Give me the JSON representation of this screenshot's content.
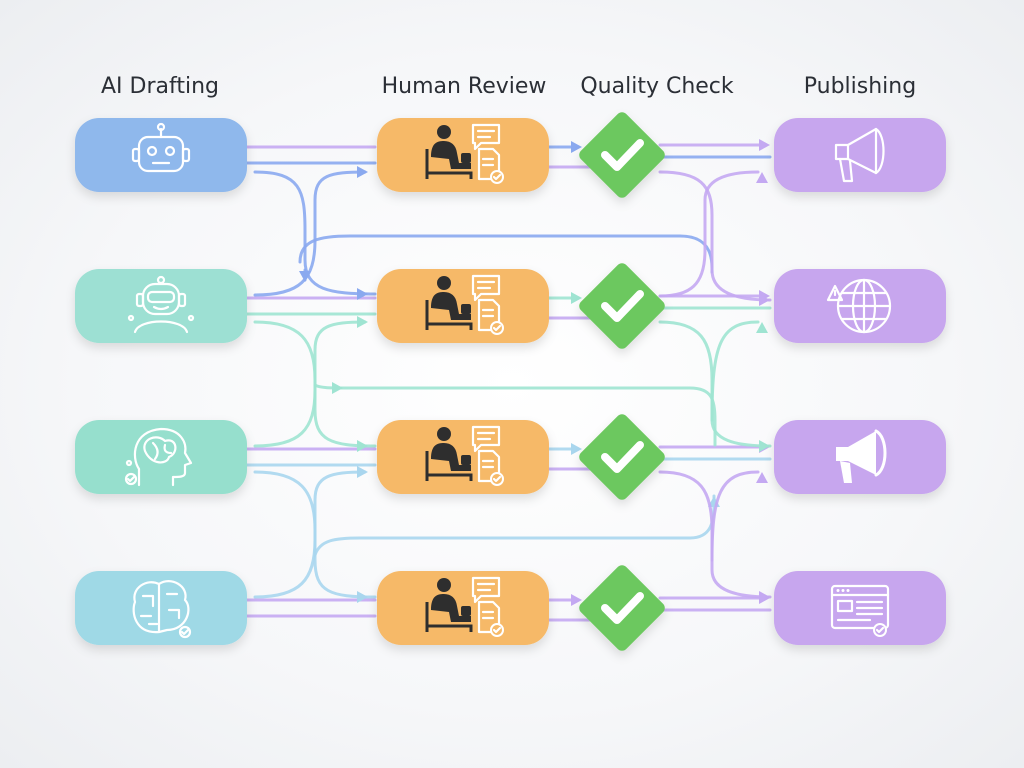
{
  "columns": {
    "drafting": "AI Drafting",
    "review": "Human Review",
    "quality": "Quality Check",
    "publishing": "Publishing"
  },
  "colors": {
    "drafting_row1": "#8fb8ec",
    "drafting_row2": "#9de0d3",
    "drafting_row3": "#96dfcd",
    "drafting_row4": "#9fd9e6",
    "review": "#f6b968",
    "quality": "#6cc85f",
    "publishing": "#c7a6ee",
    "flow_blue": "#8aa9ef",
    "flow_teal": "#9fe4d2",
    "flow_sky": "#a9d6ee",
    "flow_purple": "#c4a9f2"
  },
  "nodes": {
    "drafting": [
      {
        "icon": "robot-head-icon"
      },
      {
        "icon": "robot-face-icon"
      },
      {
        "icon": "brain-head-icon"
      },
      {
        "icon": "circuit-brain-icon"
      }
    ],
    "review": [
      {
        "icon": "reviewer-document-icon"
      },
      {
        "icon": "reviewer-document-icon"
      },
      {
        "icon": "reviewer-document-icon"
      },
      {
        "icon": "reviewer-document-icon"
      }
    ],
    "quality": [
      {
        "icon": "checkmark-icon"
      },
      {
        "icon": "checkmark-icon"
      },
      {
        "icon": "checkmark-icon"
      },
      {
        "icon": "checkmark-icon"
      }
    ],
    "publishing": [
      {
        "icon": "megaphone-icon"
      },
      {
        "icon": "globe-alert-icon"
      },
      {
        "icon": "megaphone-icon"
      },
      {
        "icon": "web-page-icon"
      }
    ]
  }
}
